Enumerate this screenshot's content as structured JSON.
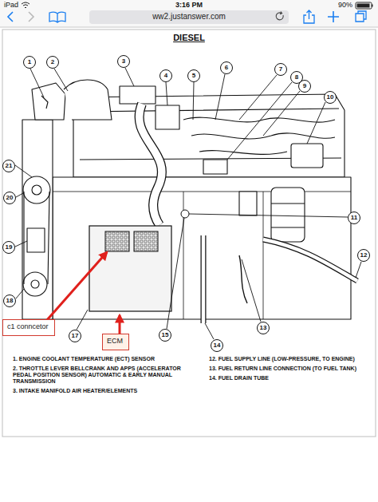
{
  "diagram": {
    "title": "DIESEL",
    "nodes": [
      {
        "text": [
          "c1 conncetor"
        ]
      },
      {
        "text": [
          "ECM"
        ]
      }
    ],
    "labels": [
      "iPad",
      "3:16 PM",
      "90%",
      "ww2.justanswer.com",
      "1",
      "2",
      "3",
      "4",
      "5",
      "6",
      "7",
      "8",
      "9",
      "10",
      "11",
      "12",
      "13",
      "14",
      "15",
      "17",
      "18",
      "19",
      "20",
      "21",
      "1. ENGINE COOLANT TEMPERATURE (ECT) SENSOR",
      "2. THROTTLE LEVER BELLCRANK AND APPS (ACCELERATOR PEDAL POSITION SENSOR) AUTOMATIC & EARLY MANUAL TRANSMISSION",
      "3. INTAKE MANIFOLD AIR HEATER/ELEMENTS",
      "12. FUEL SUPPLY LINE (LOW-PRESSURE, TO ENGINE)",
      "13. FUEL RETURN LINE CONNECTION (TO FUEL TANK)",
      "14. FUEL DRAIN TUBE"
    ]
  }
}
